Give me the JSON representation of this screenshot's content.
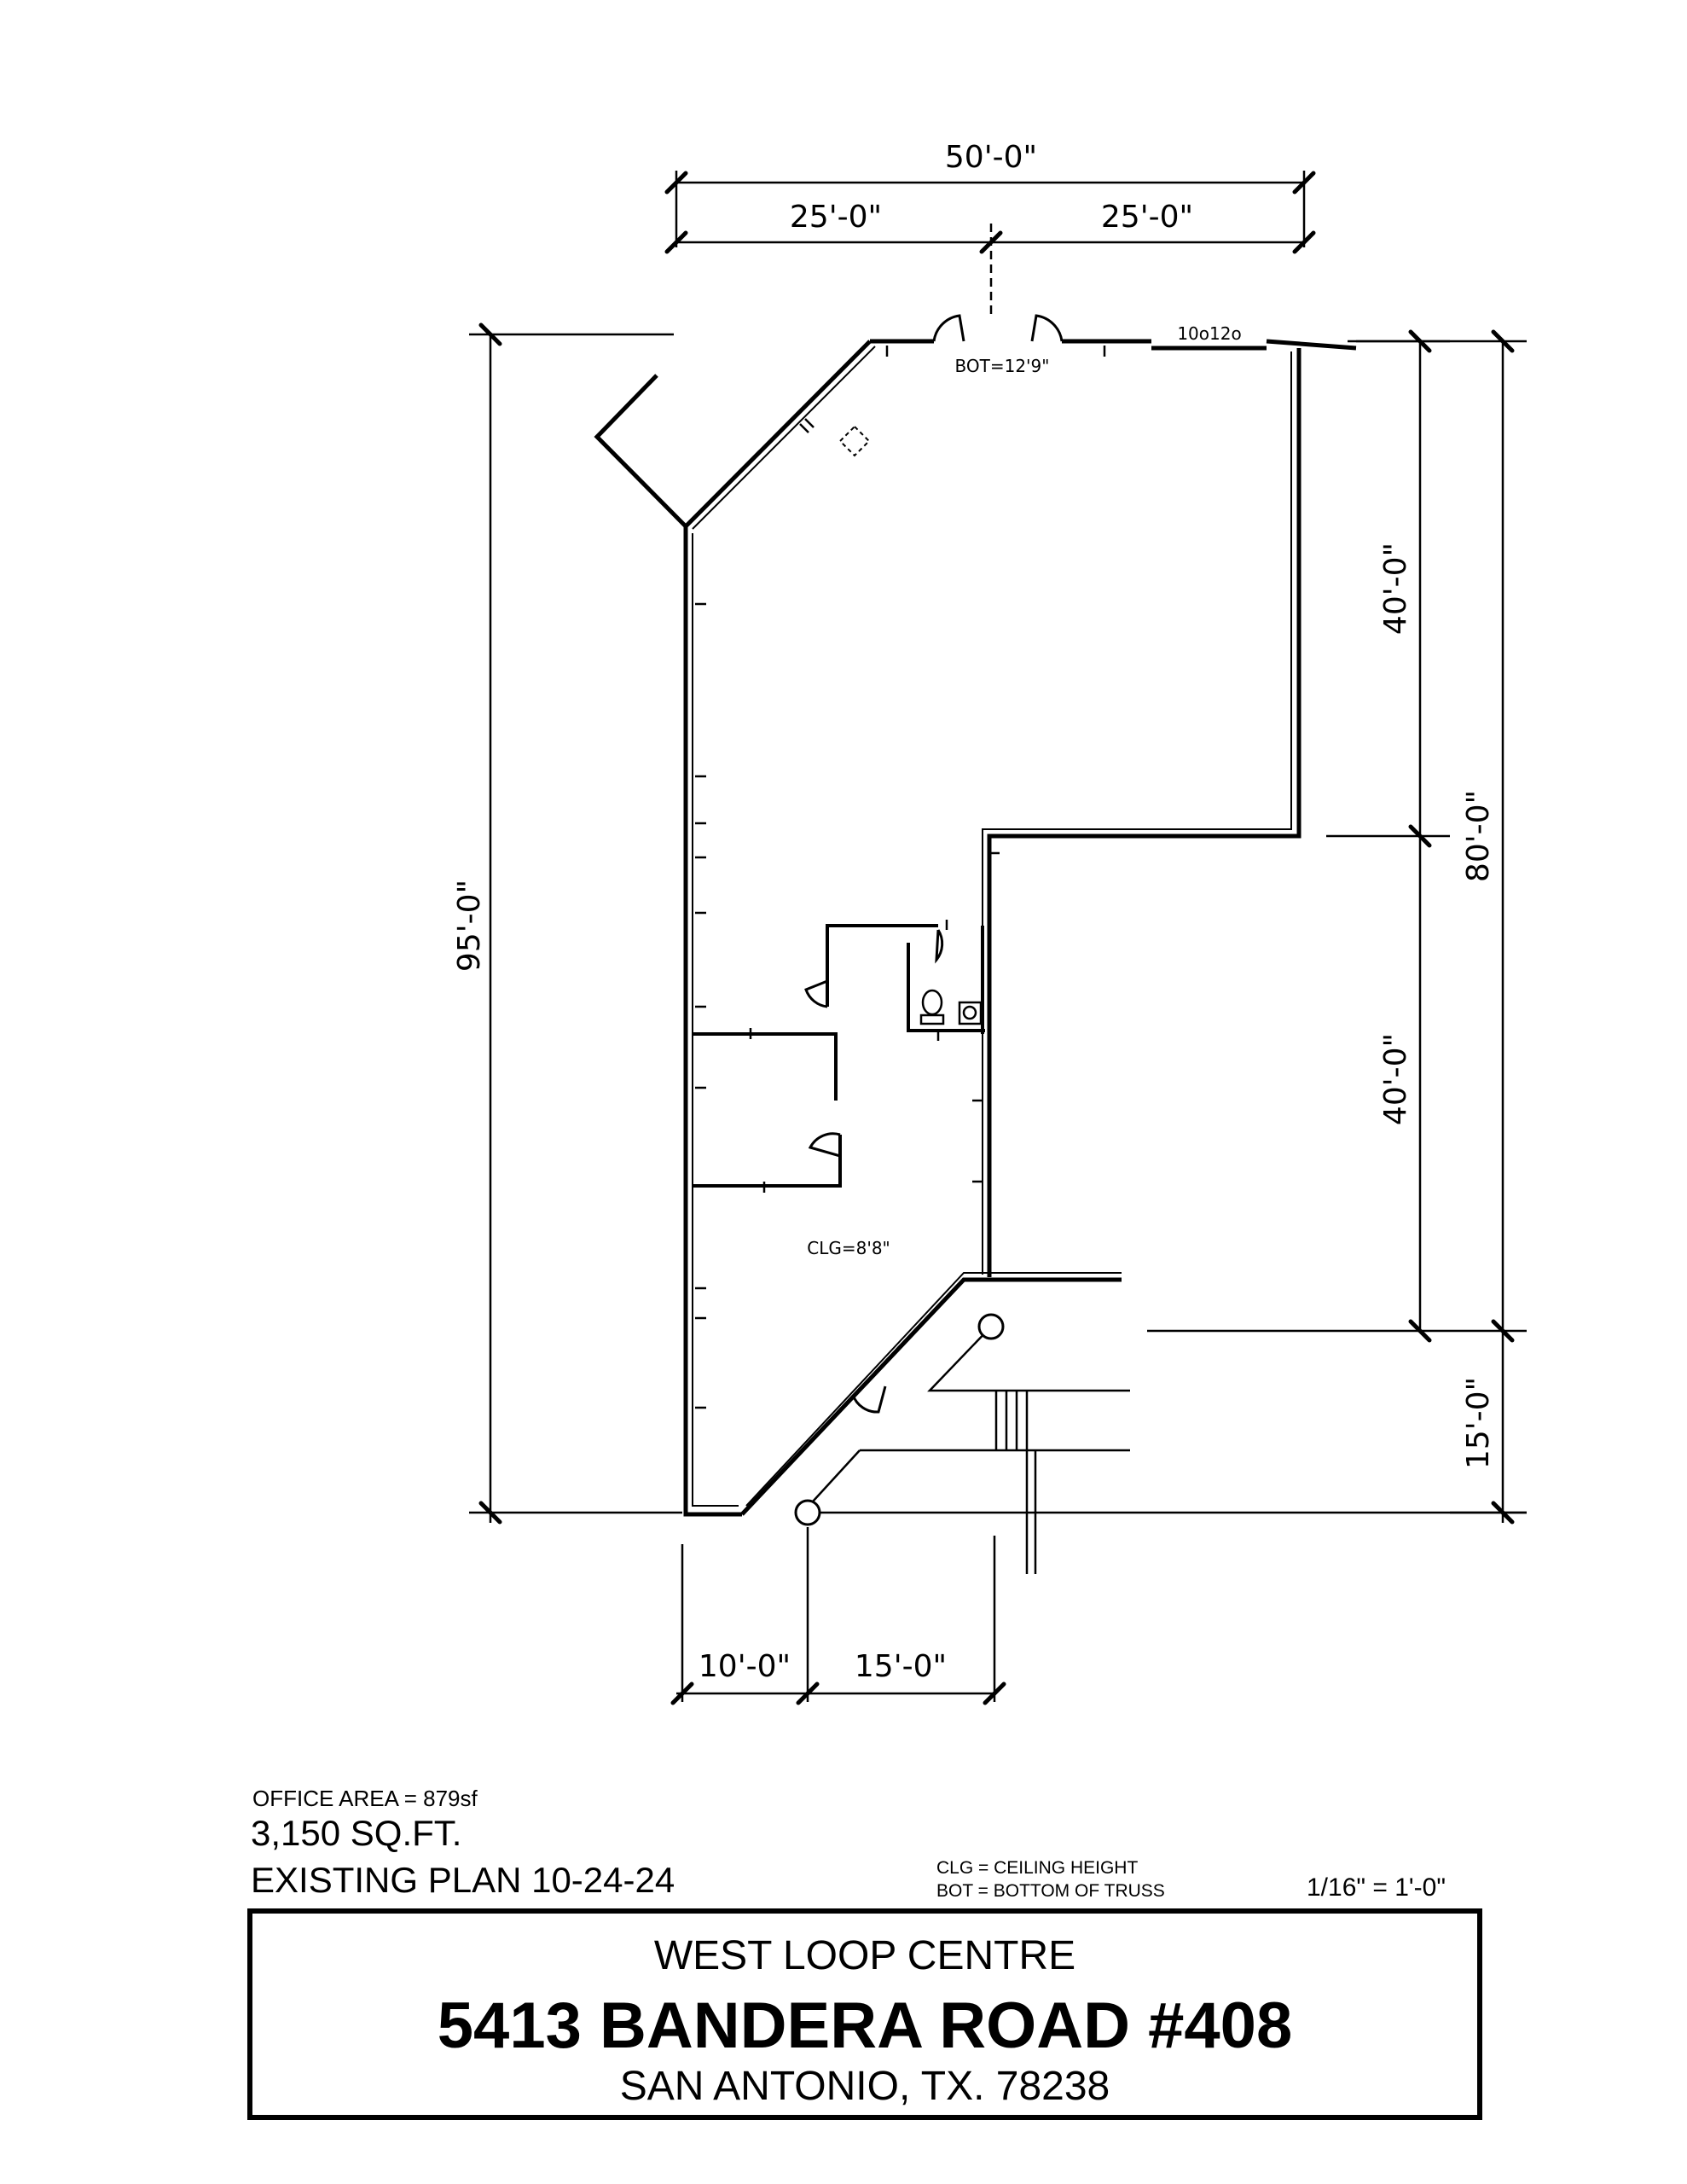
{
  "dimensions": {
    "top_overall": "50'-0\"",
    "top_left": "25'-0\"",
    "top_right": "25'-0\"",
    "left_overall": "95'-0\"",
    "right_upper": "40'-0\"",
    "right_lower": "40'-0\"",
    "right_overall": "80'-0\"",
    "right_bottom": "15'-0\"",
    "bottom_left": "10'-0\"",
    "bottom_right": "15'-0\""
  },
  "plan_notes": {
    "door_tag": "10o12o",
    "bot_height": "BOT=12'9\"",
    "clg_height": "CLG=8'8\""
  },
  "summary": {
    "office_area": "OFFICE AREA = 879sf",
    "square_feet": "3,150 SQ.FT.",
    "plan_label": "EXISTING PLAN 10-24-24"
  },
  "legend": {
    "clg": "CLG = CEILING HEIGHT",
    "bot": "BOT = BOTTOM OF TRUSS"
  },
  "scale": "1/16\" = 1'-0\"",
  "title_block": {
    "center_name": "WEST LOOP CENTRE",
    "address": "5413 BANDERA ROAD #408",
    "city": "SAN ANTONIO, TX. 78238"
  }
}
